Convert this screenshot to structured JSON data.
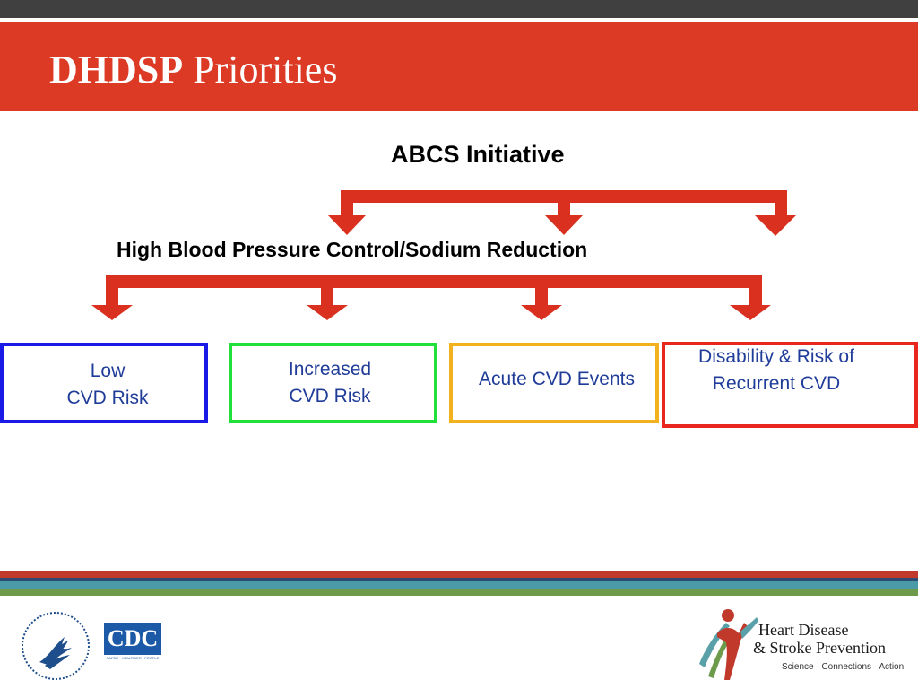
{
  "slide": {
    "title_bold": "DHDSP",
    "title_rest": "Priorities"
  },
  "diagram": {
    "heading_top": "ABCS Initiative",
    "heading_mid": "High Blood Pressure Control/Sodium Reduction",
    "boxes": [
      {
        "line1": "Low",
        "line2": "CVD Risk",
        "color": "#1a1ae6"
      },
      {
        "line1": "Increased",
        "line2": "CVD Risk",
        "color": "#22e03a"
      },
      {
        "line1": "Acute CVD Events",
        "line2": "",
        "color": "#f2b21f"
      },
      {
        "line1": "Disability & Risk of",
        "line2": "Recurrent CVD",
        "color": "#e8261e"
      }
    ],
    "arrow_color": "#d9301f"
  },
  "footer": {
    "cdc_label": "CDC",
    "cdc_tagline": "SAFER · HEALTHIER · PEOPLE",
    "hdsp_line1": "Heart Disease",
    "hdsp_line2": "& Stroke Prevention",
    "hdsp_tagline": "Science · Connections · Action"
  },
  "colors": {
    "title_bar": "#dc3a25",
    "top_bar": "#404040",
    "label_text": "#1f3c99"
  }
}
